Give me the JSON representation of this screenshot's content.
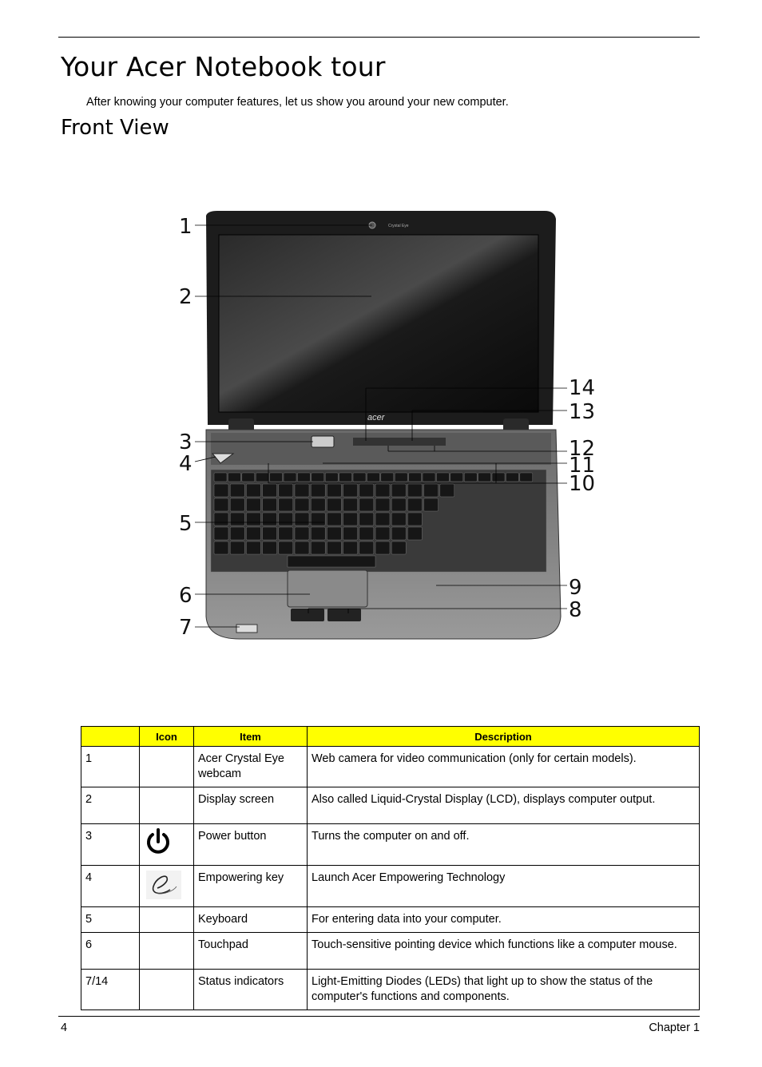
{
  "page": {
    "title": "Your Acer Notebook tour",
    "intro": "After knowing your computer features, let us show you around your new computer.",
    "section_title": "Front View"
  },
  "figure": {
    "callouts": [
      "1",
      "2",
      "3",
      "4",
      "5",
      "6",
      "7",
      "8",
      "9",
      "10",
      "11",
      "12",
      "13",
      "14"
    ],
    "bezel_label": "Crystal Eye",
    "logo_text": "acer"
  },
  "table": {
    "headers": [
      "",
      "Icon",
      "Item",
      "Description"
    ],
    "rows": [
      {
        "num": "1",
        "icon": "",
        "item": "Acer Crystal Eye webcam",
        "desc": "Web camera for video communication (only for certain models)."
      },
      {
        "num": "2",
        "icon": "",
        "item": "Display screen",
        "desc": "Also called Liquid-Crystal Display (LCD), displays computer output."
      },
      {
        "num": "3",
        "icon": "power-icon",
        "item": "Power button",
        "desc": "Turns the computer on and off."
      },
      {
        "num": "4",
        "icon": "empowering-e-icon",
        "item": "Empowering key",
        "desc": "Launch Acer Empowering Technology"
      },
      {
        "num": "5",
        "icon": "",
        "item": "Keyboard",
        "desc": "For entering data into your computer."
      },
      {
        "num": "6",
        "icon": "",
        "item": "Touchpad",
        "desc": "Touch-sensitive pointing device which functions like a computer mouse."
      },
      {
        "num": "7/14",
        "icon": "",
        "item": "Status indicators",
        "desc": "Light-Emitting Diodes (LEDs) that light up to show the status of the computer's functions and components."
      }
    ]
  },
  "footer": {
    "page_number": "4",
    "chapter": "Chapter 1"
  }
}
